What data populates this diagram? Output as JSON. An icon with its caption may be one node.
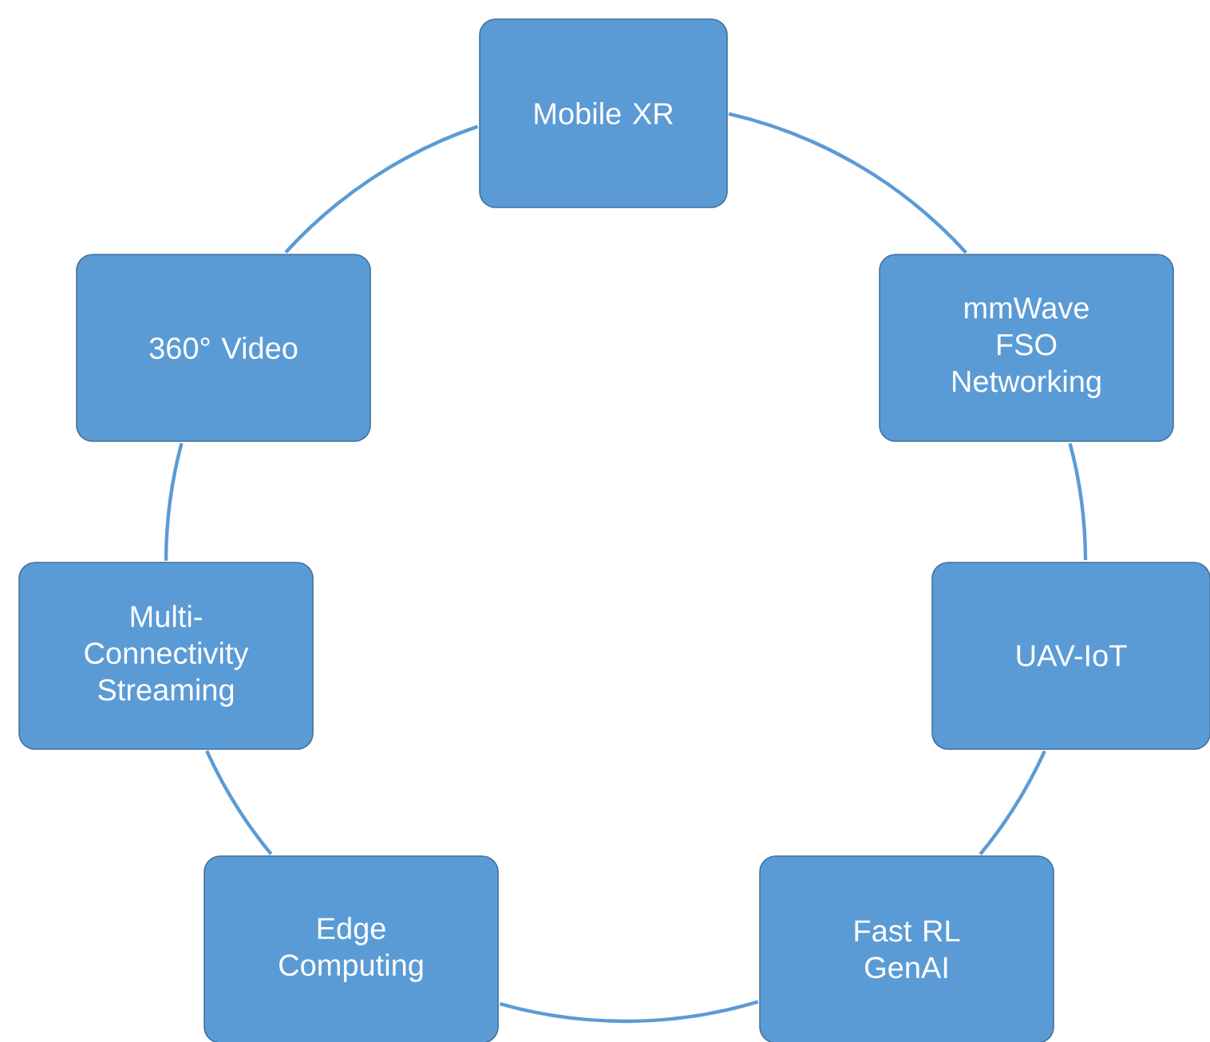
{
  "diagram": {
    "nodes": [
      {
        "text": [
          "Mobile XR"
        ]
      },
      {
        "text": [
          "mmWave FSO Networking"
        ]
      },
      {
        "text": [
          "UAV-IoT"
        ]
      },
      {
        "text": [
          "Fast RL GenAI"
        ]
      },
      {
        "text": [
          "Edge Computing"
        ]
      },
      {
        "text": [
          "Multi- Connectivity Streaming"
        ]
      },
      {
        "text": [
          "360° Video"
        ]
      }
    ],
    "edges": [
      {
        "from": 0,
        "to": 1,
        "arrow": "none"
      },
      {
        "from": 1,
        "to": 2,
        "arrow": "none"
      },
      {
        "from": 2,
        "to": 3,
        "arrow": "none"
      },
      {
        "from": 3,
        "to": 4,
        "arrow": "none"
      },
      {
        "from": 4,
        "to": 5,
        "arrow": "none"
      },
      {
        "from": 5,
        "to": 6,
        "arrow": "none"
      },
      {
        "from": 6,
        "to": 0,
        "arrow": "none"
      }
    ]
  }
}
